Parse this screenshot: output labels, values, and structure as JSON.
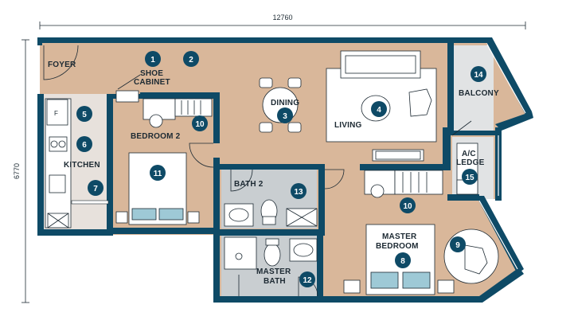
{
  "dimensions": {
    "width_label": "12760",
    "height_label": "6770"
  },
  "rooms": {
    "foyer": "FOYER",
    "shoe_cabinet_line1": "SHOE",
    "shoe_cabinet_line2": "CABINET",
    "kitchen": "KITCHEN",
    "kitchen_fridge": "F",
    "bedroom2": "BEDROOM 2",
    "dining": "DINING",
    "living": "LIVING",
    "balcony": "BALCONY",
    "ac_ledge_line1": "A/C",
    "ac_ledge_line2": "LEDGE",
    "bath2": "BATH 2",
    "master_bedroom_line1": "MASTER",
    "master_bedroom_line2": "BEDROOM",
    "master_bath_line1": "MASTER",
    "master_bath_line2": "BATH"
  },
  "badges": {
    "b1": "1",
    "b2": "2",
    "b3": "3",
    "b4": "4",
    "b5": "5",
    "b6": "6",
    "b7": "7",
    "b8": "8",
    "b9": "9",
    "b10a": "10",
    "b10b": "10",
    "b11": "11",
    "b12": "12",
    "b13": "13",
    "b14": "14",
    "b15": "15"
  },
  "colors": {
    "wall": "#0e4a66",
    "floor": "#d9b79a",
    "wet_floor": "#c9ced1",
    "badge": "#0e4a66",
    "bed_pillow": "#9ec9d6",
    "white": "#ffffff"
  }
}
